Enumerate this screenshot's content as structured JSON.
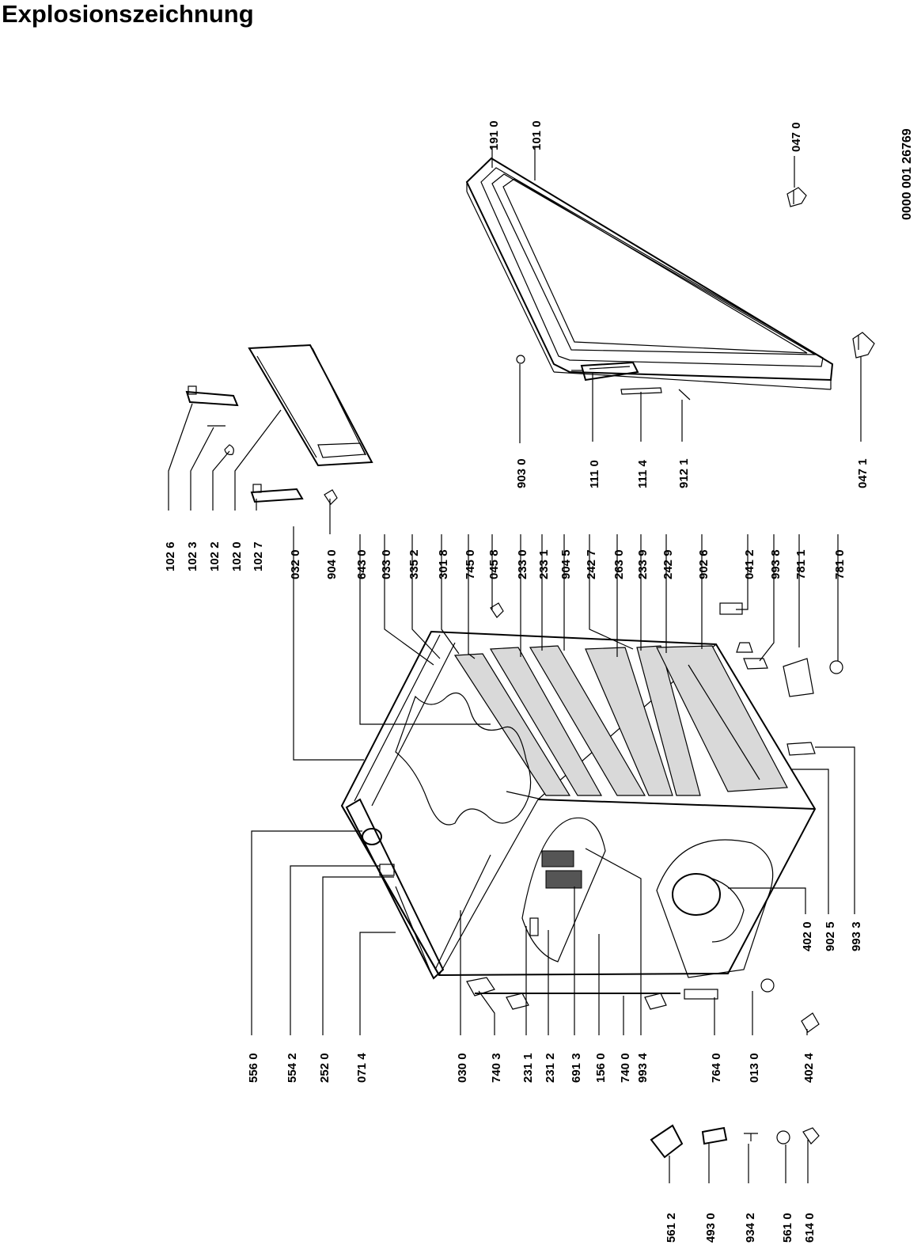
{
  "title": "Explosionszeichnung",
  "drawing_number": "0000 001 26769",
  "labels": {
    "l0": "102 6",
    "l1": "102 3",
    "l2": "102 2",
    "l3": "102 0",
    "l4": "102 7",
    "l5": "032 0",
    "l6": "904 0",
    "l7": "643 0",
    "l8": "033 0",
    "l9": "335 2",
    "l10": "301 8",
    "l11": "745 0",
    "l12": "045 8",
    "l13": "233 0",
    "l14": "233 1",
    "l15": "904 5",
    "l16": "242 7",
    "l17": "263 0",
    "l18": "233 9",
    "l19": "242 9",
    "l20": "902 6",
    "l21": "041 2",
    "l22": "993 8",
    "l23": "781 1",
    "l24": "781 0",
    "l25": "903 0",
    "l26": "111 0",
    "l27": "111 4",
    "l28": "912 1",
    "l29": "047 1",
    "l30": "191 0",
    "l31": "101 0",
    "l32": "047 0",
    "l33": "556 0",
    "l34": "554 2",
    "l35": "252 0",
    "l36": "071 4",
    "l37": "030 0",
    "l38": "740 3",
    "l39": "231 1",
    "l40": "231 2",
    "l41": "691 3",
    "l42": "156 0",
    "l43": "740 0",
    "l44": "993 4",
    "l45": "764 0",
    "l46": "013 0",
    "l47": "402 4",
    "l48": "402 0",
    "l49": "902 5",
    "l50": "993 3",
    "l51": "561 2",
    "l52": "493 0",
    "l53": "934 2",
    "l54": "561 0",
    "l55": "614 0"
  }
}
